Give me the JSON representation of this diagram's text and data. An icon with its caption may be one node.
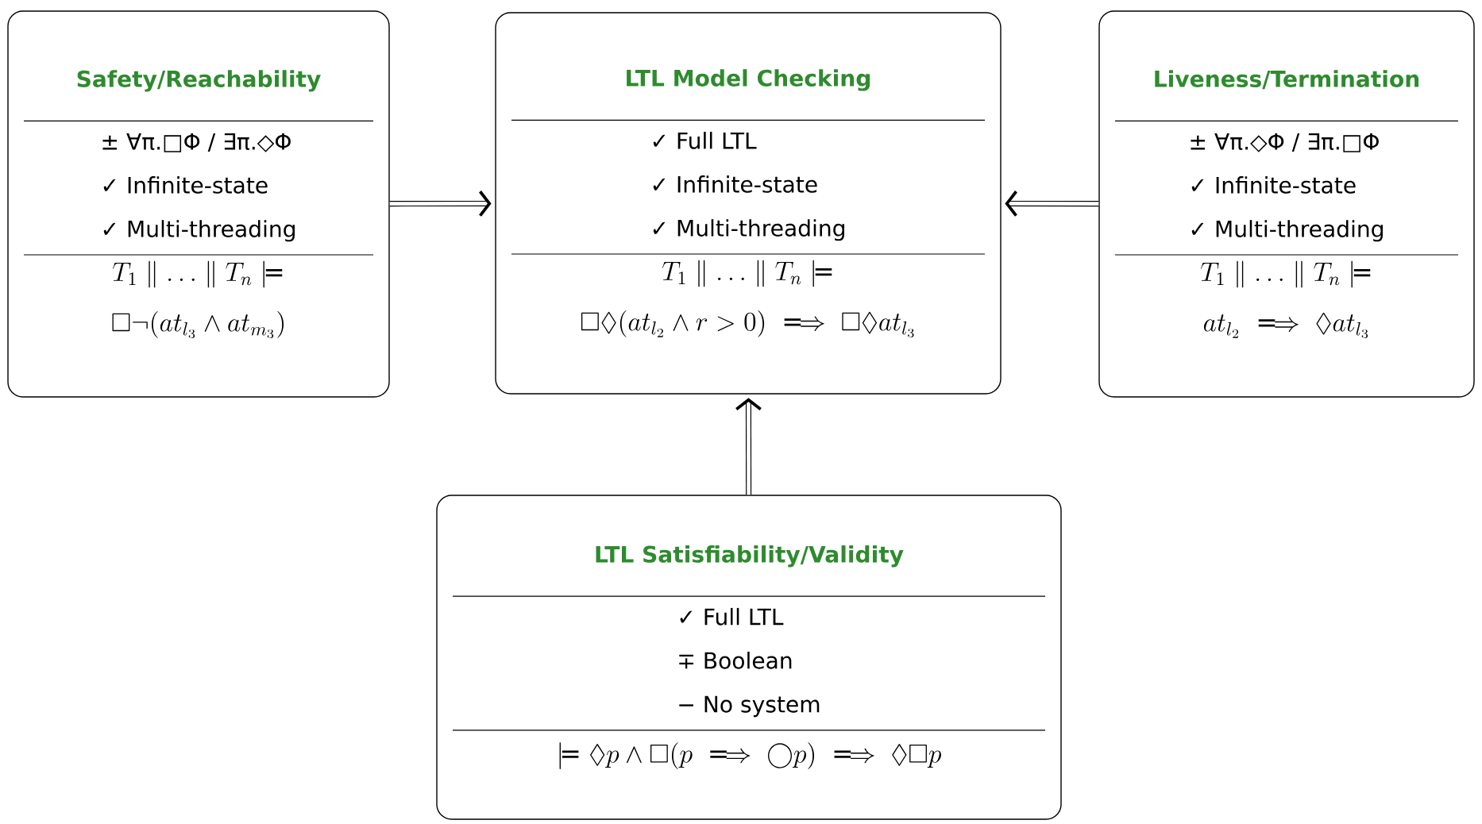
{
  "diagram": {
    "nodes": [
      {
        "text": [
          "Safety/Reachability",
          "± ∀π.□Φ / ∃π.◇Φ",
          "✓ Infinite-state",
          "✓ Multi-threading",
          "T_1 \\parallel \\ldots \\parallel T_n \\models \\Box\\neg(at_{l_3} \\wedge at_{m_3})"
        ]
      },
      {
        "text": [
          "LTL Model Checking",
          "✓ Full LTL",
          "✓ Infinite-state",
          "✓ Multi-threading",
          "T_1 \\parallel \\ldots \\parallel T_n \\models \\Box\\Diamond(at_{l_2} \\wedge r > 0) \\implies \\Box\\Diamond at_{l_3}"
        ]
      },
      {
        "text": [
          "Liveness/Termination",
          "± ∀π.◇Φ / ∃π.□Φ",
          "✓ Infinite-state",
          "✓ Multi-threading",
          "T_1 \\parallel \\ldots \\parallel T_n \\models at_{l_2} \\implies \\Diamond at_{l_3}"
        ]
      },
      {
        "text": [
          "LTL Satisfiability/Validity",
          "✓ Full LTL",
          "∓ Boolean",
          "− No system",
          "\\models \\Diamond p \\wedge \\Box(p \\implies \\bigcirc p) \\implies \\Diamond\\Box p"
        ]
      }
    ],
    "edges": [
      {
        "from": 0,
        "to": 1,
        "arrow": "to"
      },
      {
        "from": 2,
        "to": 1,
        "arrow": "to"
      },
      {
        "from": 3,
        "to": 1,
        "arrow": "to"
      }
    ]
  }
}
